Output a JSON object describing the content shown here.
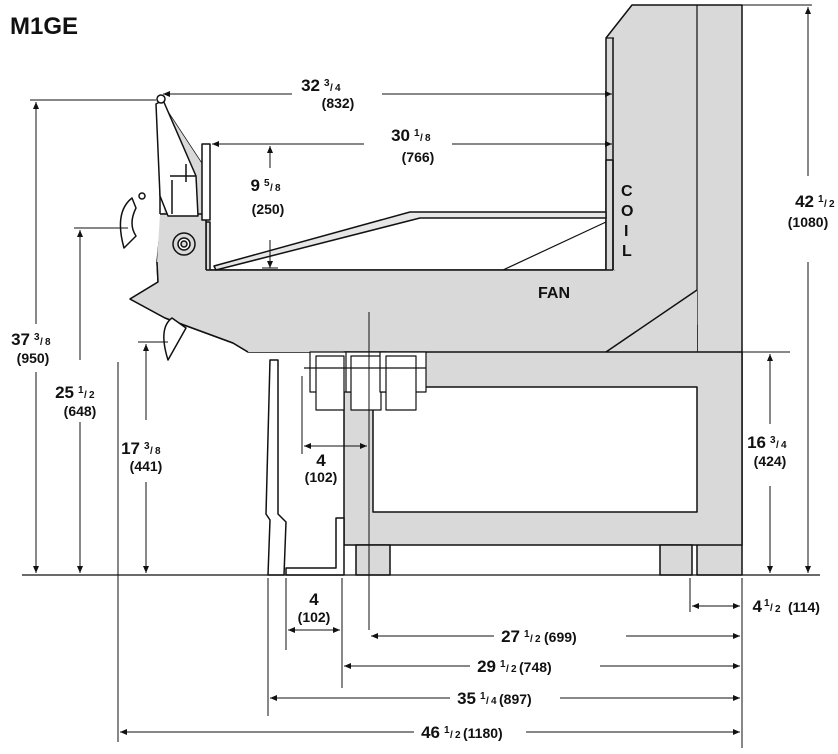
{
  "title": "M1GE",
  "colors": {
    "body": "#d9d9d9",
    "line": "#111111",
    "background": "#ffffff"
  },
  "labels": {
    "fan": "FAN",
    "coil": [
      "C",
      "O",
      "I",
      "L"
    ]
  },
  "dimensions": {
    "top_width": {
      "whole": "32",
      "num": "3",
      "den": "4",
      "mm": "(832)"
    },
    "deck_width": {
      "whole": "30",
      "num": "1",
      "den": "8",
      "mm": "(766)"
    },
    "deck_depth": {
      "whole": "9",
      "num": "5",
      "den": "8",
      "mm": "(250)"
    },
    "overall_height": {
      "whole": "42",
      "num": "1",
      "den": "2",
      "mm": "(1080)"
    },
    "front_height": {
      "whole": "37",
      "num": "3",
      "den": "8",
      "mm": "(950)"
    },
    "bumper_height": {
      "whole": "25",
      "num": "1",
      "den": "2",
      "mm": "(648)"
    },
    "lower_bumper": {
      "whole": "17",
      "num": "3",
      "den": "8",
      "mm": "(441)"
    },
    "base_height": {
      "whole": "16",
      "num": "3",
      "den": "4",
      "mm": "(424)"
    },
    "drain_offset": {
      "whole": "4",
      "mm": "(102)"
    },
    "kick_offset": {
      "whole": "4",
      "mm": "(102)"
    },
    "rear_offset": {
      "whole": "4",
      "num": "1",
      "den": "2",
      "mm": "(114)"
    },
    "depth_a": {
      "whole": "27",
      "num": "1",
      "den": "2",
      "mm": "(699)"
    },
    "depth_b": {
      "whole": "29",
      "num": "1",
      "den": "2",
      "mm": "(748)"
    },
    "depth_c": {
      "whole": "35",
      "num": "1",
      "den": "4",
      "mm": "(897)"
    },
    "overall_depth": {
      "whole": "46",
      "num": "1",
      "den": "2",
      "mm": "(1180)"
    }
  }
}
